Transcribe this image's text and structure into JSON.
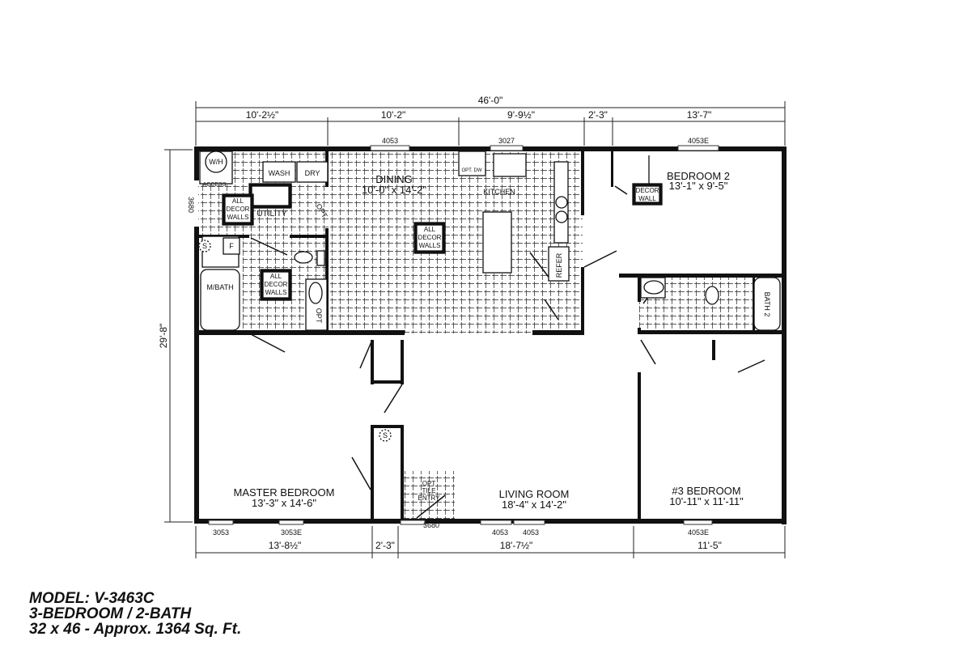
{
  "dimensions": {
    "overall_width": "46'-0\"",
    "overall_depth": "29'-8\"",
    "top": [
      "10'-2½\"",
      "10'-2\"",
      "9'-9½\"",
      "2'-3\"",
      "13'-7\""
    ],
    "bottom": [
      "13'-8½\"",
      "2'-3\"",
      "18'-7½\"",
      "11'-5\""
    ]
  },
  "windows": {
    "top": [
      "4053",
      "3027",
      "4053E"
    ],
    "bottom": [
      "3053",
      "3053E",
      "3680",
      "4053",
      "4053",
      "4053E"
    ],
    "side_door": "3680"
  },
  "rooms": {
    "dining": {
      "name": "DINING",
      "size": "10'-0\" x 14'-2\""
    },
    "kitchen": {
      "name": "KITCHEN"
    },
    "utility": {
      "name": "UTILITY"
    },
    "master_bath": {
      "name": "M/BATH"
    },
    "bedroom2": {
      "name": "BEDROOM 2",
      "size": "13'-1\" x 9'-5\""
    },
    "bath2": {
      "name": "BATH 2"
    },
    "master_bedroom": {
      "name": "MASTER BEDROOM",
      "size": "13'-3\" x 14'-6\""
    },
    "living_room": {
      "name": "LIVING ROOM",
      "size": "18'-4\" x 14'-2\""
    },
    "bedroom3": {
      "name": "#3 BEDROOM",
      "size": "10'-11\" x 11'-11\""
    }
  },
  "fixtures": {
    "water_heater": "W/H",
    "access": "ACCESS",
    "washer": "WASH",
    "dryer": "DRY",
    "opt": "OPT",
    "opt_dw": "OPT. DW",
    "refer": "REFER",
    "sink_s": "S",
    "floor_f": "F",
    "decor_walls": [
      "ALL",
      "DECOR",
      "WALLS"
    ],
    "decor_wall": [
      "DECOR",
      "WALL"
    ],
    "opt_tile_entry": [
      "OPT",
      "TILE",
      "ENTRY"
    ]
  },
  "caption": {
    "model": "MODEL: V-3463C",
    "beds_baths": "3-BEDROOM / 2-BATH",
    "size": "32 x 46 - Approx. 1364 Sq. Ft."
  }
}
